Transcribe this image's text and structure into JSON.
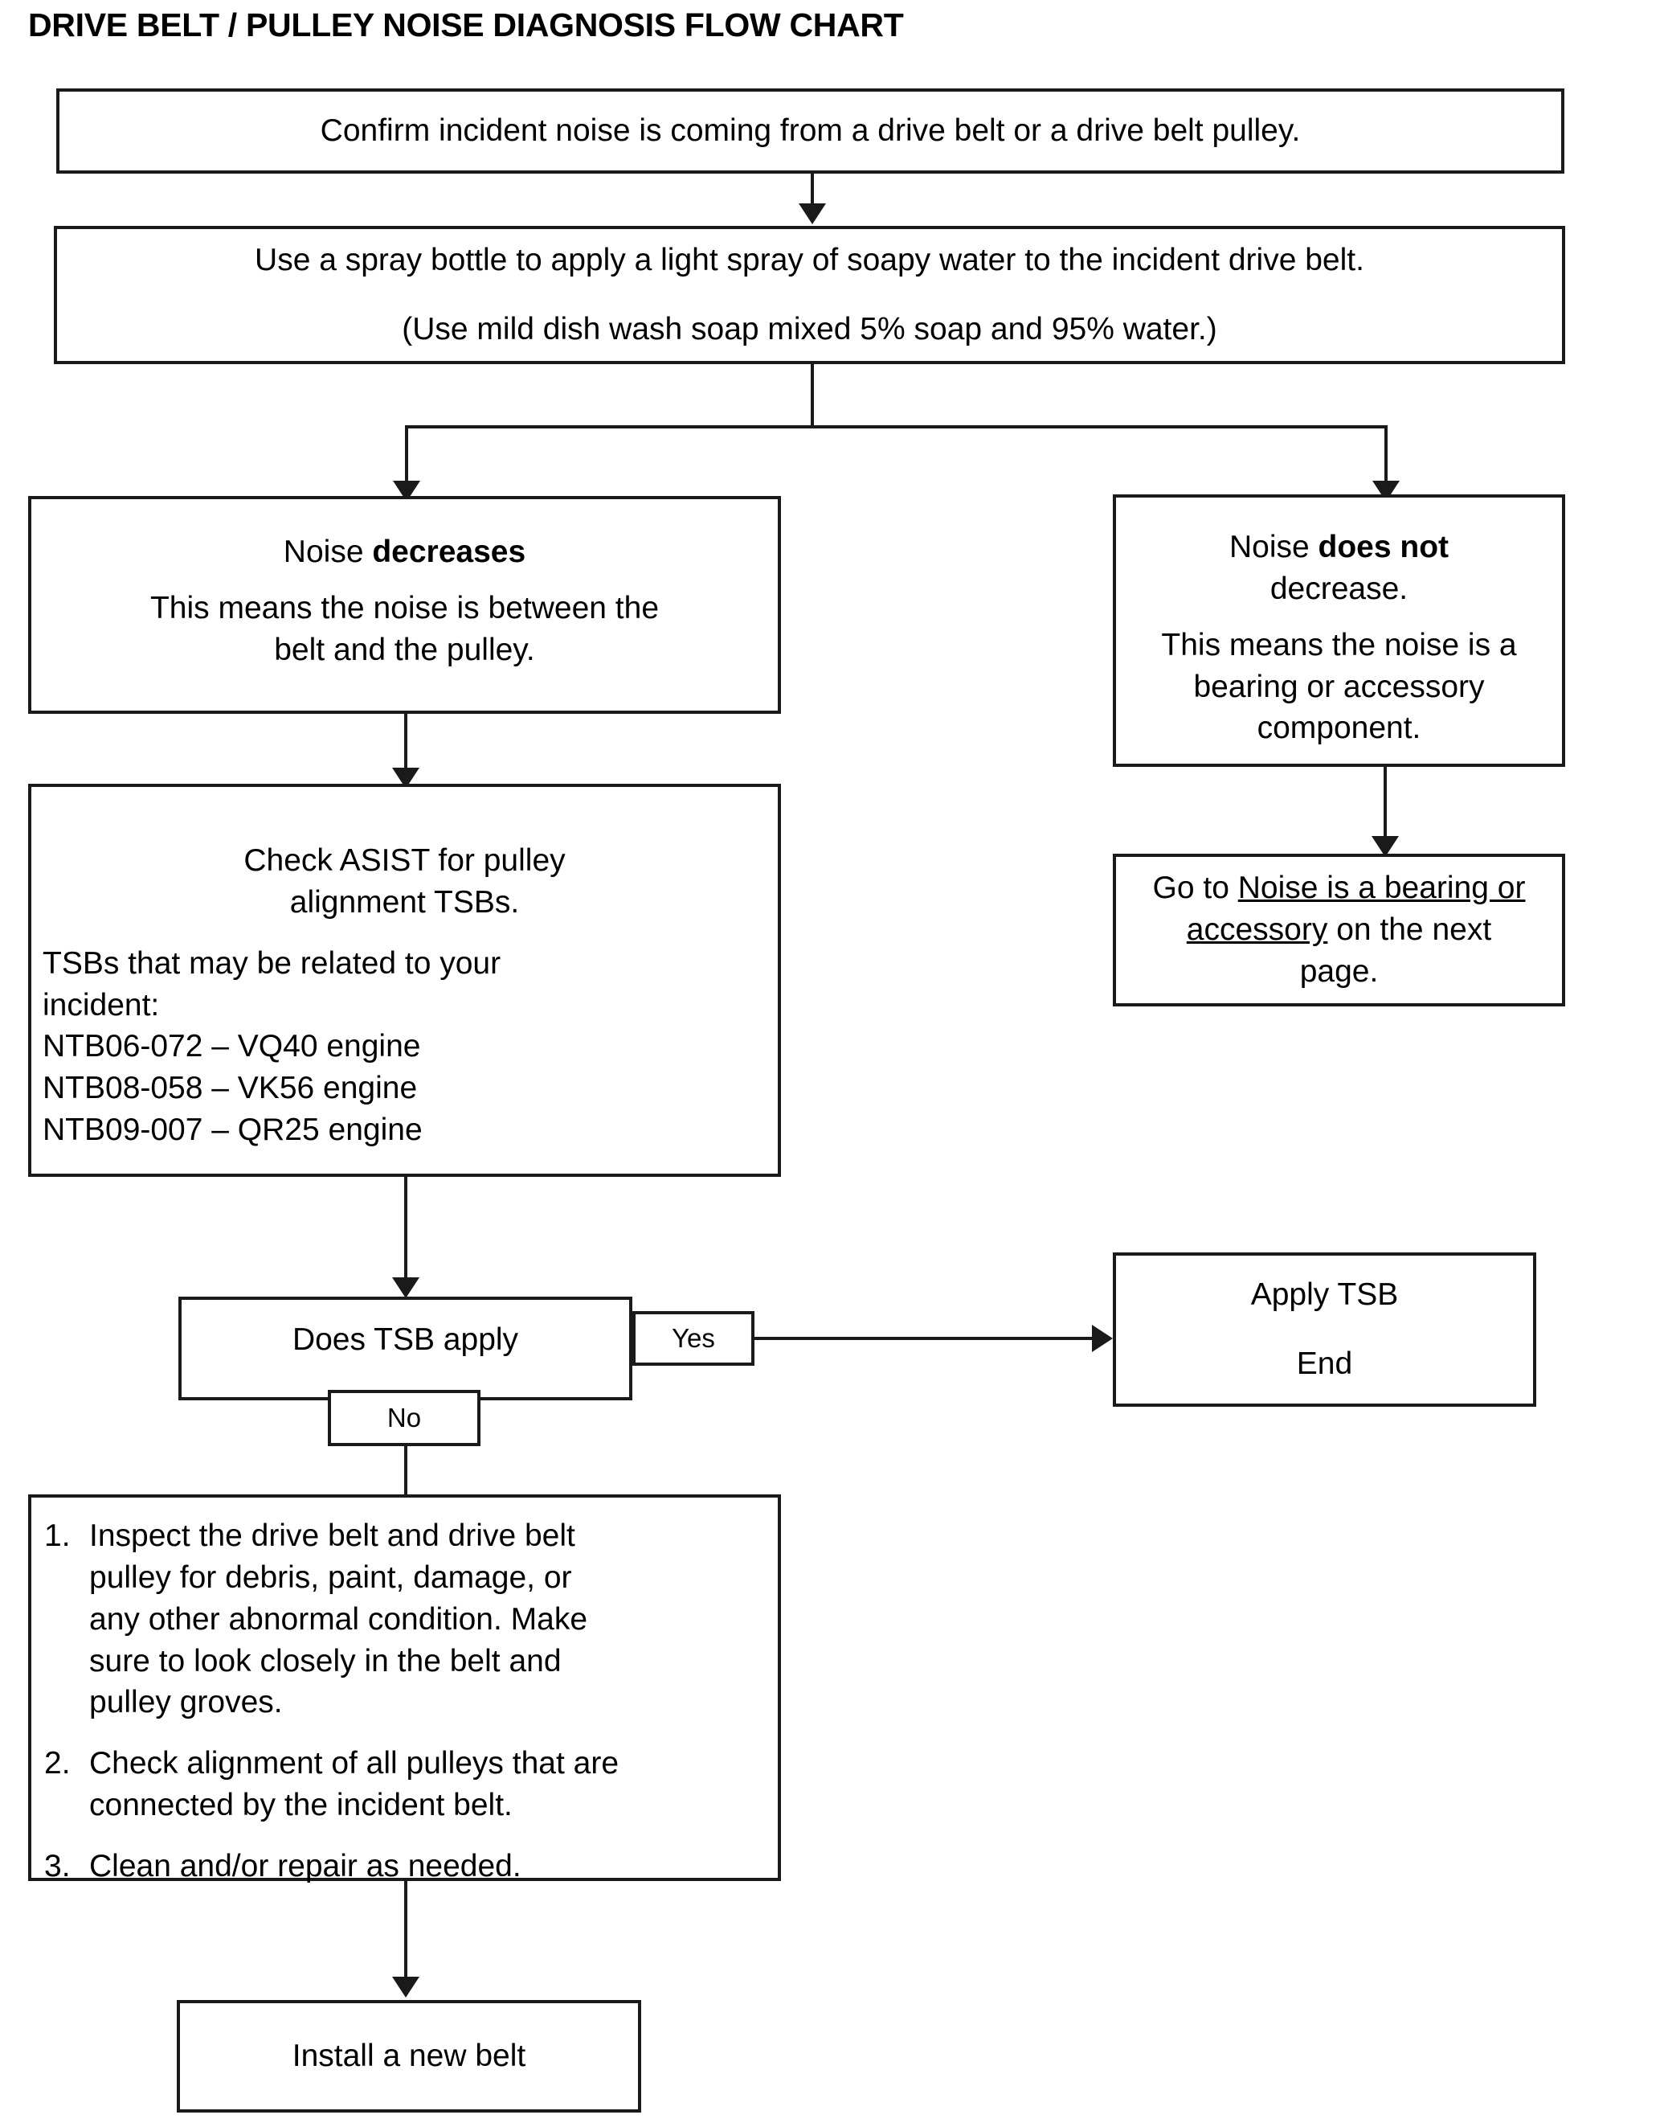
{
  "page": {
    "title": "DRIVE BELT / PULLEY NOISE DIAGNOSIS FLOW CHART",
    "accent_color": "#1a1a1a",
    "background_color": "#ffffff"
  },
  "chart_data": {
    "type": "flowchart",
    "title": "DRIVE BELT / PULLEY NOISE DIAGNOSIS FLOW CHART",
    "orientation": "top-down",
    "nodes": [
      {
        "id": "confirm",
        "shape": "process",
        "text": "Confirm incident noise is coming from a drive belt or a drive belt pulley."
      },
      {
        "id": "spray",
        "shape": "process",
        "text": "Use a spray bottle to apply a light spray of soapy water to the incident drive belt. (Use mild dish wash soap mixed 5% soap and 95% water.)"
      },
      {
        "id": "decreases",
        "shape": "process",
        "text": "Noise decreases. This means the noise is between the belt and the pulley."
      },
      {
        "id": "not-decrease",
        "shape": "process",
        "text": "Noise does not decrease. This means the noise is a bearing or accessory component."
      },
      {
        "id": "goto-bearing",
        "shape": "process",
        "text": "Go to Noise is a bearing or accessory on the next page."
      },
      {
        "id": "check-asist",
        "shape": "process",
        "text": "Check ASIST for pulley alignment TSBs. TSBs that may be related to your incident: NTB06-072 – VQ40 engine; NTB08-058 – VK56 engine; NTB09-007 – QR25 engine"
      },
      {
        "id": "does-tsb-apply",
        "shape": "decision",
        "text": "Does TSB apply"
      },
      {
        "id": "apply-tsb",
        "shape": "terminator",
        "text": "Apply TSB End"
      },
      {
        "id": "inspect",
        "shape": "process",
        "text": "1. Inspect the drive belt and drive belt pulley for debris, paint, damage, or any other abnormal condition. Make sure to look closely in the belt and pulley groves. 2. Check alignment of all pulleys that are connected by the incident belt. 3. Clean and/or repair as needed."
      },
      {
        "id": "install-belt",
        "shape": "process",
        "text": "Install a new belt"
      }
    ],
    "edges": [
      {
        "from": "confirm",
        "to": "spray",
        "label": ""
      },
      {
        "from": "spray",
        "to": "decreases",
        "label": ""
      },
      {
        "from": "spray",
        "to": "not-decrease",
        "label": ""
      },
      {
        "from": "decreases",
        "to": "check-asist",
        "label": ""
      },
      {
        "from": "not-decrease",
        "to": "goto-bearing",
        "label": ""
      },
      {
        "from": "check-asist",
        "to": "does-tsb-apply",
        "label": ""
      },
      {
        "from": "does-tsb-apply",
        "to": "apply-tsb",
        "label": "Yes"
      },
      {
        "from": "does-tsb-apply",
        "to": "inspect",
        "label": "No"
      },
      {
        "from": "inspect",
        "to": "install-belt",
        "label": ""
      }
    ]
  },
  "nodes": {
    "confirm": {
      "line1": "Confirm incident noise is coming from a drive belt or a drive belt pulley."
    },
    "spray": {
      "line1": "Use a spray bottle to apply a light spray of soapy water to the incident drive belt.",
      "line2": "(Use mild dish wash soap mixed 5% soap and 95% water.)"
    },
    "decreases": {
      "head_prefix": "Noise ",
      "head_bold": "decreases",
      "body_line1": "This means the noise is between the",
      "body_line2": "belt and the pulley."
    },
    "not_decrease": {
      "head_prefix": "Noise ",
      "head_bold": "does not",
      "head_suffix": "decrease.",
      "body_line1": "This means the noise is a",
      "body_line2": "bearing or accessory",
      "body_line3": "component."
    },
    "goto_bearing": {
      "pre": "Go to ",
      "link_line1": "Noise is a bearing or",
      "link_line2": "accessory",
      "post": " on the next",
      "line3": "page."
    },
    "check_asist": {
      "head_line1": "Check ASIST for pulley",
      "head_line2": "alignment TSBs.",
      "body_line1": "TSBs that may be related to your",
      "body_line2": "incident:",
      "tsbs": [
        "NTB06-072 – VQ40 engine",
        "NTB08-058 – VK56 engine",
        "NTB09-007 – QR25 engine"
      ]
    },
    "does_tsb_apply": {
      "label": "Does TSB apply"
    },
    "apply_tsb": {
      "line1": "Apply TSB",
      "line2": "End"
    },
    "inspect": {
      "items": [
        {
          "num": "1.",
          "lines": [
            "Inspect the drive belt and drive belt",
            "pulley for debris, paint, damage, or",
            "any other abnormal condition. Make",
            "sure to look closely in the belt and",
            "pulley groves."
          ]
        },
        {
          "num": "2.",
          "lines": [
            "Check alignment of all pulleys that are",
            "connected by the incident belt."
          ]
        },
        {
          "num": "3.",
          "lines": [
            "Clean and/or repair as needed."
          ]
        }
      ]
    },
    "install_belt": {
      "label": "Install a new belt"
    }
  },
  "edge_labels": {
    "yes": "Yes",
    "no": "No"
  }
}
